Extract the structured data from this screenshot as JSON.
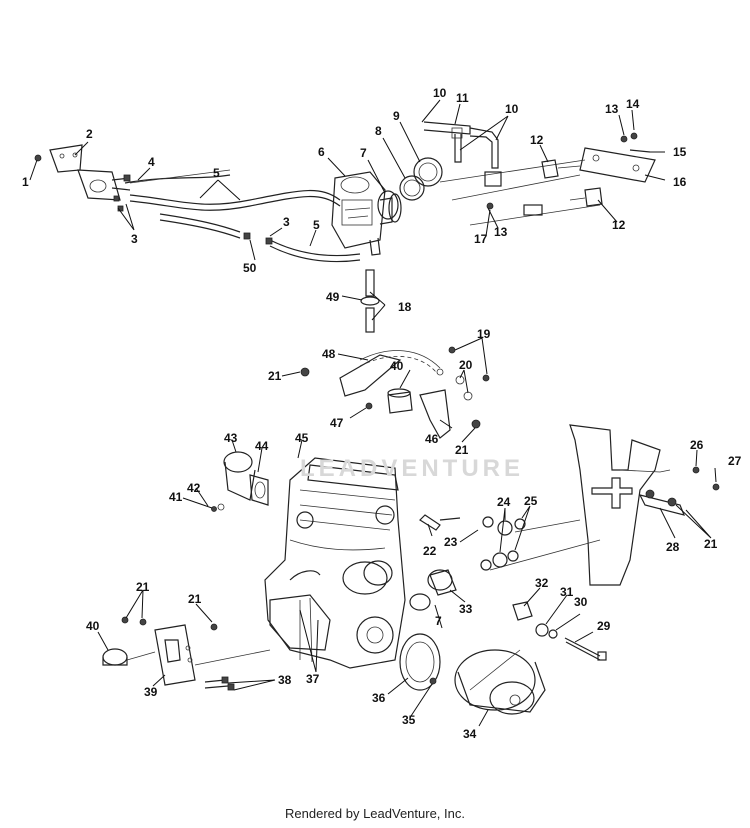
{
  "watermark": "LEADVENTURE",
  "footer": "Rendered by LeadVenture, Inc.",
  "callouts": [
    {
      "id": "c1",
      "text": "1"
    },
    {
      "id": "c2",
      "text": "2"
    },
    {
      "id": "c3a",
      "text": "3"
    },
    {
      "id": "c3b",
      "text": "3"
    },
    {
      "id": "c4",
      "text": "4"
    },
    {
      "id": "c5a",
      "text": "5"
    },
    {
      "id": "c5b",
      "text": "5"
    },
    {
      "id": "c6",
      "text": "6"
    },
    {
      "id": "c7a",
      "text": "7"
    },
    {
      "id": "c7b",
      "text": "7"
    },
    {
      "id": "c8",
      "text": "8"
    },
    {
      "id": "c9",
      "text": "9"
    },
    {
      "id": "c10a",
      "text": "10"
    },
    {
      "id": "c10b",
      "text": "10"
    },
    {
      "id": "c11",
      "text": "11"
    },
    {
      "id": "c12a",
      "text": "12"
    },
    {
      "id": "c12b",
      "text": "12"
    },
    {
      "id": "c13a",
      "text": "13"
    },
    {
      "id": "c13b",
      "text": "13"
    },
    {
      "id": "c14",
      "text": "14"
    },
    {
      "id": "c15",
      "text": "15"
    },
    {
      "id": "c16",
      "text": "16"
    },
    {
      "id": "c17",
      "text": "17"
    },
    {
      "id": "c18",
      "text": "18"
    },
    {
      "id": "c19",
      "text": "19"
    },
    {
      "id": "c20",
      "text": "20"
    },
    {
      "id": "c21a",
      "text": "21"
    },
    {
      "id": "c21b",
      "text": "21"
    },
    {
      "id": "c21c",
      "text": "21"
    },
    {
      "id": "c21d",
      "text": "21"
    },
    {
      "id": "c21e",
      "text": "21"
    },
    {
      "id": "c22",
      "text": "22"
    },
    {
      "id": "c23",
      "text": "23"
    },
    {
      "id": "c24",
      "text": "24"
    },
    {
      "id": "c25",
      "text": "25"
    },
    {
      "id": "c26",
      "text": "26"
    },
    {
      "id": "c27",
      "text": "27"
    },
    {
      "id": "c28",
      "text": "28"
    },
    {
      "id": "c29",
      "text": "29"
    },
    {
      "id": "c30",
      "text": "30"
    },
    {
      "id": "c31",
      "text": "31"
    },
    {
      "id": "c32",
      "text": "32"
    },
    {
      "id": "c33",
      "text": "33"
    },
    {
      "id": "c34",
      "text": "34"
    },
    {
      "id": "c35",
      "text": "35"
    },
    {
      "id": "c36",
      "text": "36"
    },
    {
      "id": "c37",
      "text": "37"
    },
    {
      "id": "c38",
      "text": "38"
    },
    {
      "id": "c39",
      "text": "39"
    },
    {
      "id": "c40a",
      "text": "40"
    },
    {
      "id": "c40b",
      "text": "40"
    },
    {
      "id": "c41",
      "text": "41"
    },
    {
      "id": "c42",
      "text": "42"
    },
    {
      "id": "c43",
      "text": "43"
    },
    {
      "id": "c44",
      "text": "44"
    },
    {
      "id": "c45",
      "text": "45"
    },
    {
      "id": "c46",
      "text": "46"
    },
    {
      "id": "c47",
      "text": "47"
    },
    {
      "id": "c48",
      "text": "48"
    },
    {
      "id": "c49",
      "text": "49"
    },
    {
      "id": "c50",
      "text": "50"
    }
  ]
}
